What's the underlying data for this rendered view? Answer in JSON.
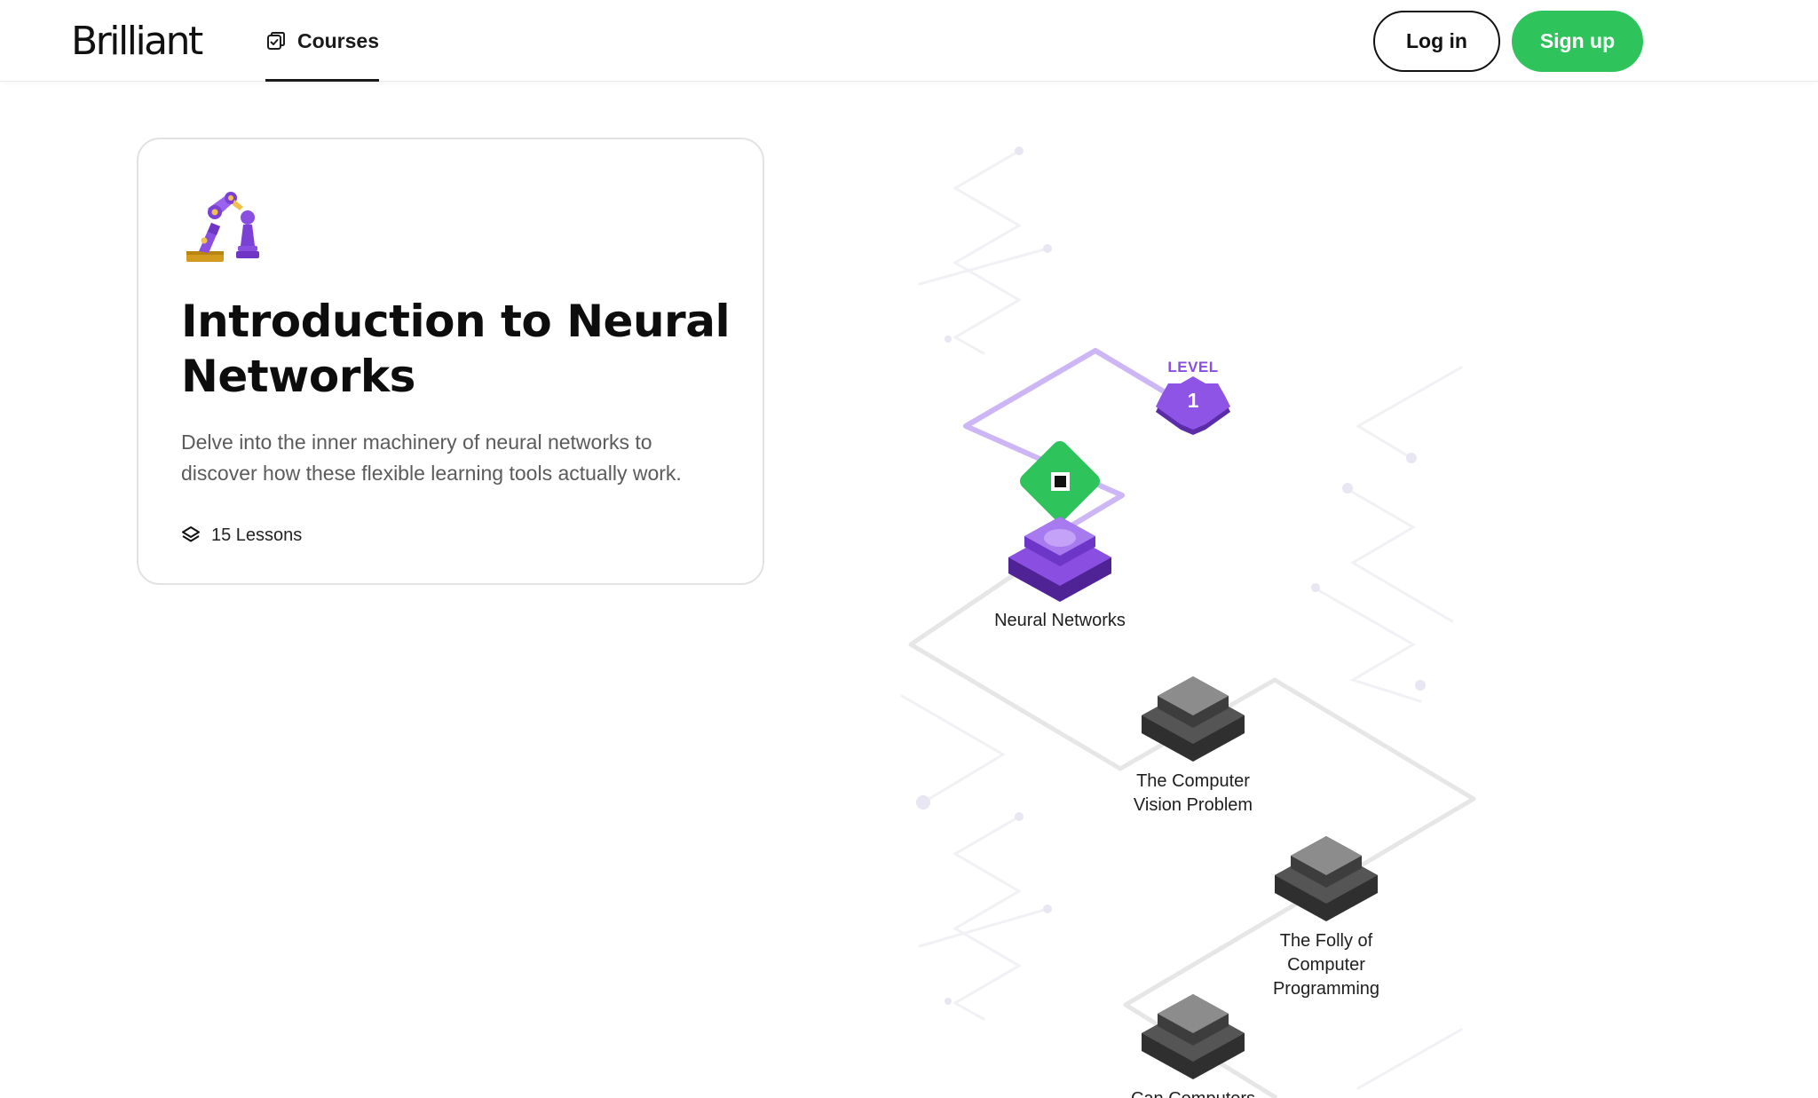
{
  "header": {
    "logo": "Brilliant",
    "nav_courses_label": "Courses",
    "login_label": "Log in",
    "signup_label": "Sign up"
  },
  "course": {
    "title": "Introduction to Neural Networks",
    "description": "Delve into the inner machinery of neural networks to discover how these flexible learning tools actually work.",
    "lessons": "15 Lessons"
  },
  "path": {
    "level_label": "LEVEL",
    "level_number": "1",
    "nodes": [
      {
        "label": "Neural Networks",
        "state": "current"
      },
      {
        "label": "The Computer Vision Problem",
        "state": "locked"
      },
      {
        "label": "The Folly of Computer Programming",
        "state": "locked"
      },
      {
        "label": "Can Computers",
        "state": "locked"
      }
    ]
  },
  "colors": {
    "brand_green": "#2ec35b",
    "purple": "#8a4fe0",
    "path_purple": "#cdb6f5",
    "path_gray": "#e6e6e6"
  }
}
